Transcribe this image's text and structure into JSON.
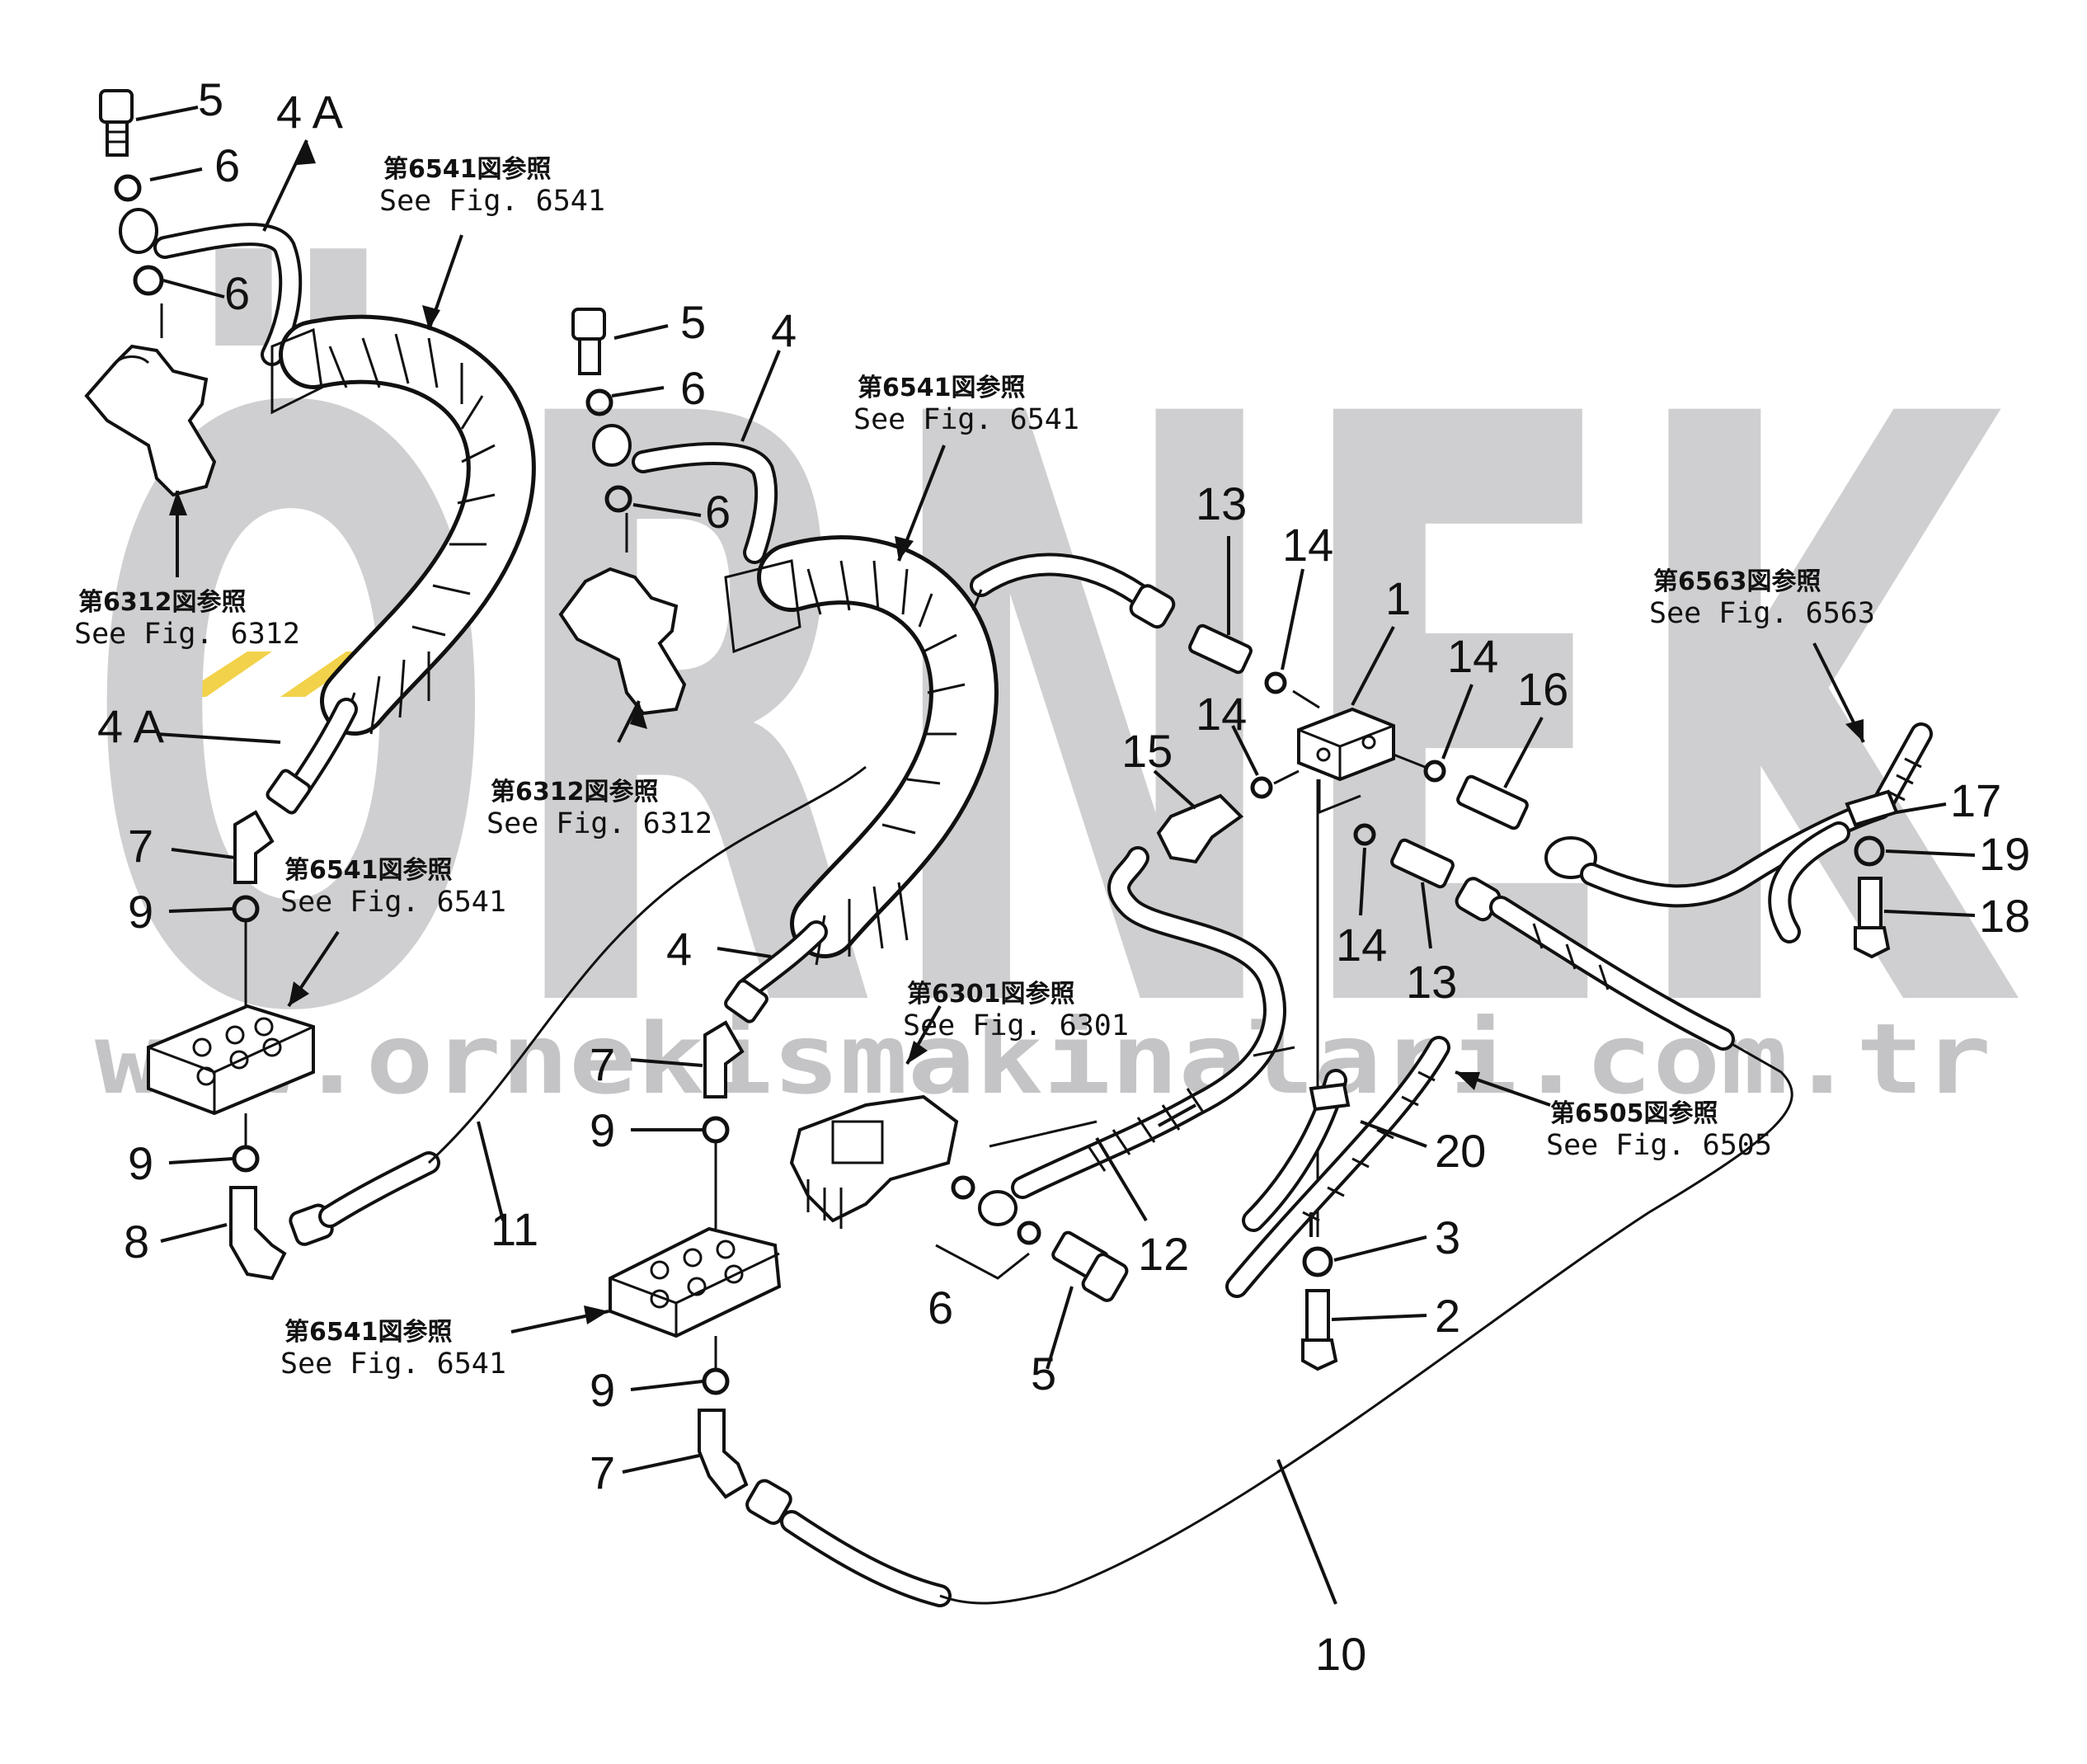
{
  "watermark": {
    "brand": "ÖRNEK",
    "url": "www.ornekismakinalari.com.tr",
    "accent_color": "#f2d24a",
    "text_color": "#cfcfd1"
  },
  "callouts": [
    {
      "id": "c5a",
      "text": "5"
    },
    {
      "id": "c6a",
      "text": "6"
    },
    {
      "id": "c6b",
      "text": "6"
    },
    {
      "id": "c4A",
      "text": "4 A"
    },
    {
      "id": "c4A2",
      "text": "4 A"
    },
    {
      "id": "c7a",
      "text": "7"
    },
    {
      "id": "c9a",
      "text": "9"
    },
    {
      "id": "c9b",
      "text": "9"
    },
    {
      "id": "c8",
      "text": "8"
    },
    {
      "id": "c11",
      "text": "11"
    },
    {
      "id": "c5b",
      "text": "5"
    },
    {
      "id": "c6c",
      "text": "6"
    },
    {
      "id": "c4",
      "text": "4"
    },
    {
      "id": "c6d",
      "text": "6"
    },
    {
      "id": "c4b",
      "text": "4"
    },
    {
      "id": "c7b",
      "text": "7"
    },
    {
      "id": "c9c",
      "text": "9"
    },
    {
      "id": "c9d",
      "text": "9"
    },
    {
      "id": "c7c",
      "text": "7"
    },
    {
      "id": "c13a",
      "text": "13"
    },
    {
      "id": "c14a",
      "text": "14"
    },
    {
      "id": "c1",
      "text": "1"
    },
    {
      "id": "c14b",
      "text": "14"
    },
    {
      "id": "c16",
      "text": "16"
    },
    {
      "id": "c14c",
      "text": "14"
    },
    {
      "id": "c15",
      "text": "15"
    },
    {
      "id": "c14d",
      "text": "14"
    },
    {
      "id": "c13b",
      "text": "13"
    },
    {
      "id": "c17",
      "text": "17"
    },
    {
      "id": "c19",
      "text": "19"
    },
    {
      "id": "c18",
      "text": "18"
    },
    {
      "id": "c12",
      "text": "12"
    },
    {
      "id": "c6e",
      "text": "6"
    },
    {
      "id": "c5c",
      "text": "5"
    },
    {
      "id": "c20",
      "text": "20"
    },
    {
      "id": "c3",
      "text": "3"
    },
    {
      "id": "c2",
      "text": "2"
    },
    {
      "id": "c10",
      "text": "10"
    }
  ],
  "references": [
    {
      "id": "r1",
      "jp": "第6541図参照",
      "en": "See  Fig. 6541"
    },
    {
      "id": "r2",
      "jp": "第6312図参照",
      "en": "See Fig. 6312"
    },
    {
      "id": "r3",
      "jp": "第6541図参照",
      "en": "See  Fig. 6541"
    },
    {
      "id": "r4",
      "jp": "第6541図参照",
      "en": "See  Fig. 6541"
    },
    {
      "id": "r5",
      "jp": "第6312図参照",
      "en": "See Fig. 6312"
    },
    {
      "id": "r6",
      "jp": "第6301図参照",
      "en": "See Fig. 6301"
    },
    {
      "id": "r7",
      "jp": "第6541図参照",
      "en": "See  Fig. 6541"
    },
    {
      "id": "r8",
      "jp": "第6563図参照",
      "en": "See  Fig. 6563"
    },
    {
      "id": "r9",
      "jp": "第6505図参照",
      "en": "See  Fig. 6505"
    }
  ]
}
